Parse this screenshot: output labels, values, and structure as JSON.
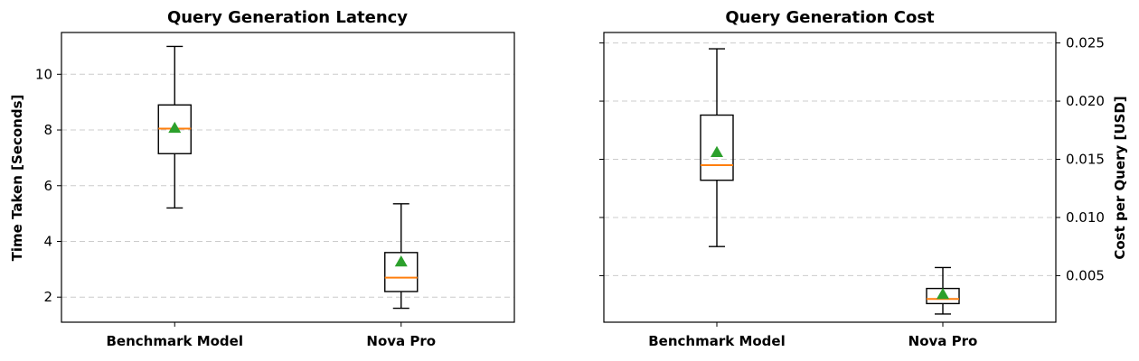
{
  "chart_data": [
    {
      "type": "box",
      "title": "Query Generation Latency",
      "ylabel": "Time Taken [Seconds]",
      "xlabel": "",
      "y_axis_side": "left",
      "ylim": [
        1.1,
        11.5
      ],
      "yticks": [
        2,
        4,
        6,
        8,
        10
      ],
      "ytick_labels": [
        "2",
        "4",
        "6",
        "8",
        "10"
      ],
      "grid": "y-dashed",
      "categories": [
        "Benchmark Model",
        "Nova Pro"
      ],
      "boxes": [
        {
          "category": "Benchmark Model",
          "whisker_low": 5.2,
          "q1": 7.15,
          "median": 8.05,
          "q3": 8.9,
          "whisker_high": 11.0,
          "mean": 8.07
        },
        {
          "category": "Nova Pro",
          "whisker_low": 1.6,
          "q1": 2.2,
          "median": 2.7,
          "q3": 3.6,
          "whisker_high": 5.35,
          "mean": 3.27
        }
      ]
    },
    {
      "type": "box",
      "title": "Query Generation Cost",
      "ylabel": "Cost per Query [USD]",
      "xlabel": "",
      "y_axis_side": "right",
      "ylim": [
        0.001,
        0.0259
      ],
      "yticks": [
        0.005,
        0.01,
        0.015,
        0.02,
        0.025
      ],
      "ytick_labels": [
        "0.005",
        "0.010",
        "0.015",
        "0.020",
        "0.025"
      ],
      "grid": "y-dashed",
      "categories": [
        "Benchmark Model",
        "Nova Pro"
      ],
      "boxes": [
        {
          "category": "Benchmark Model",
          "whisker_low": 0.0075,
          "q1": 0.0132,
          "median": 0.0145,
          "q3": 0.0188,
          "whisker_high": 0.0245,
          "mean": 0.0156
        },
        {
          "category": "Nova Pro",
          "whisker_low": 0.0017,
          "q1": 0.0026,
          "median": 0.003,
          "q3": 0.0039,
          "whisker_high": 0.0057,
          "mean": 0.0034
        }
      ]
    }
  ],
  "colors": {
    "median": "#ff7f0e",
    "mean_marker": "#2ca02c",
    "box_edge": "#000000",
    "grid": "#cccccc"
  }
}
